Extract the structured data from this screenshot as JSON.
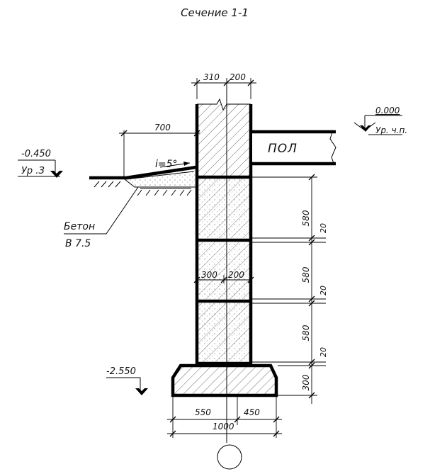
{
  "title": "Сечение 1-1",
  "levels": {
    "floor": {
      "value": "0.000",
      "name": "Ур. ч.п."
    },
    "ground": {
      "value": "-0.450",
      "name": "Ур .З"
    },
    "footing": {
      "value": "-2.550"
    }
  },
  "labels": {
    "floor": "ПОЛ",
    "slope": "i=5°",
    "concrete_line1": "Бетон",
    "concrete_line2": "В 7.5"
  },
  "dimensions": {
    "top_left": "310",
    "top_right": "200",
    "mid_left": "300",
    "mid_right": "200",
    "blind_area": "700",
    "block_height_1": "580",
    "block_height_2": "580",
    "block_height_3": "580",
    "joint_1": "20",
    "joint_2": "20",
    "joint_3": "20",
    "footing_height": "300",
    "footing_left": "550",
    "footing_right": "450",
    "footing_total": "1000"
  }
}
